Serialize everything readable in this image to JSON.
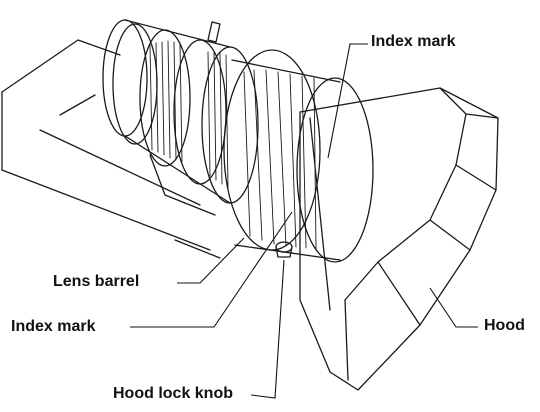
{
  "labels": {
    "index_mark_top": "Index mark",
    "lens_barrel": "Lens barrel",
    "index_mark_left": "Index mark",
    "hood_lock_knob": "Hood lock knob",
    "hood": "Hood"
  },
  "colors": {
    "line": "#1a1a1a",
    "background": "#ffffff",
    "shade": "#d9d9d9"
  }
}
